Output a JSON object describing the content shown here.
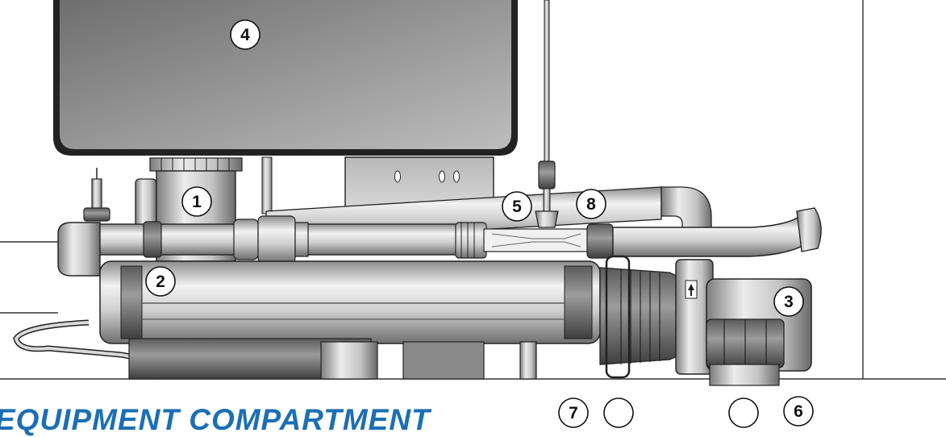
{
  "title": "EQUIPMENT COMPARTMENT",
  "callouts": [
    {
      "id": "c1",
      "label": "1"
    },
    {
      "id": "c2",
      "label": "2"
    },
    {
      "id": "c3",
      "label": "3"
    },
    {
      "id": "c4",
      "label": "4"
    },
    {
      "id": "c5",
      "label": "5"
    },
    {
      "id": "c6",
      "label": "6"
    },
    {
      "id": "c7",
      "label": "7"
    },
    {
      "id": "c8",
      "label": "8"
    }
  ],
  "colors": {
    "title": "#1c6fb4",
    "line": "#1a1a1a",
    "metal_light": "#e2e2e2",
    "metal_dark": "#7a7a7a",
    "tank": "#8f8f8f"
  }
}
